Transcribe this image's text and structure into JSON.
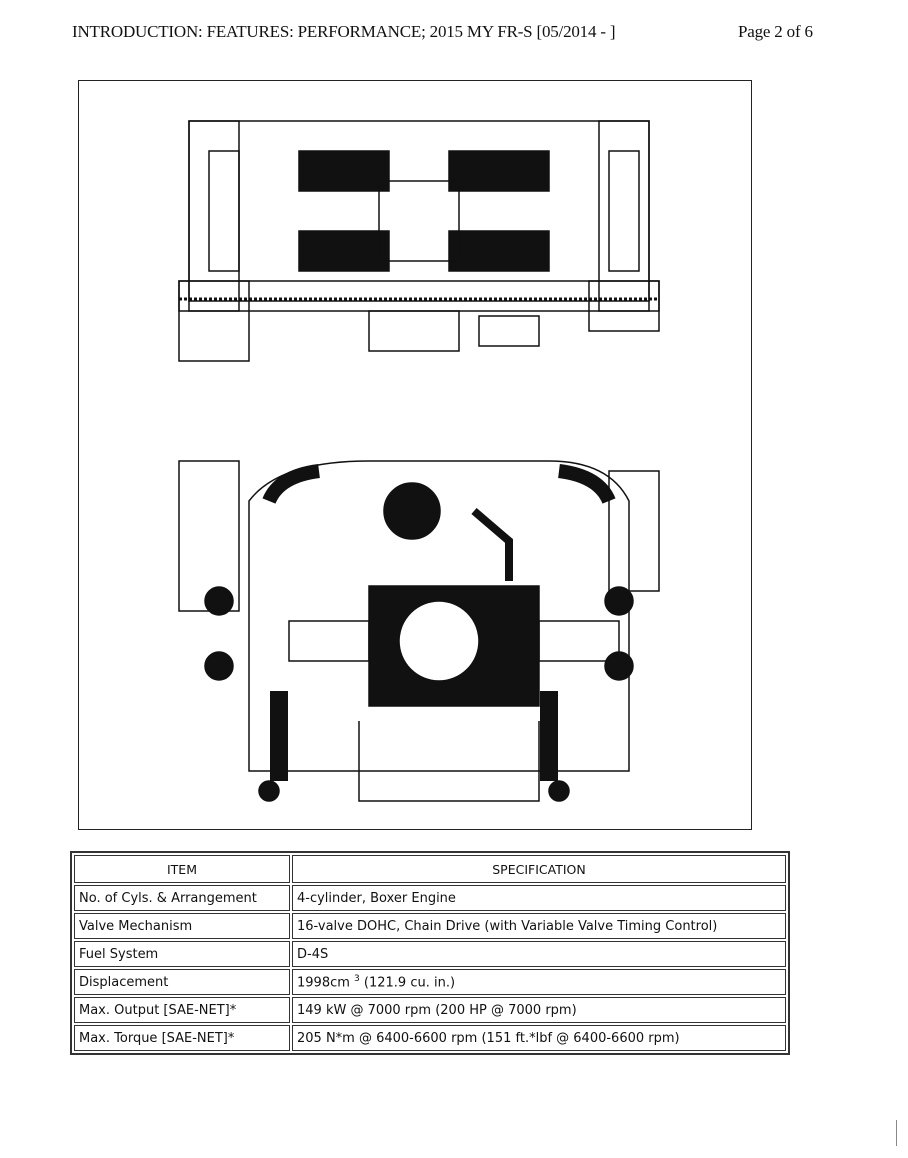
{
  "header": {
    "title": "INTRODUCTION: FEATURES: PERFORMANCE; 2015 MY FR-S [05/2014 -       ]",
    "page": "Page 2 of 6"
  },
  "table": {
    "headers": [
      "ITEM",
      "SPECIFICATION"
    ],
    "rows": [
      {
        "item": "No. of Cyls. & Arrangement",
        "spec": "4-cylinder, Boxer Engine"
      },
      {
        "item": "Valve Mechanism",
        "spec": "16-valve DOHC, Chain Drive (with Variable Valve Timing Control)"
      },
      {
        "item": "Fuel System",
        "spec": "D-4S"
      },
      {
        "item": "Displacement",
        "spec": "1998cm",
        "spec_sup": "3",
        "spec_tail": " (121.9 cu. in.)"
      },
      {
        "item": "Max. Output [SAE-NET]*",
        "spec": "149 kW @ 7000 rpm (200 HP @ 7000 rpm)"
      },
      {
        "item": "Max. Torque [SAE-NET]*",
        "spec": "205 N*m @ 6400-6600 rpm (151 ft.*lbf @ 6400-6600 rpm)"
      }
    ]
  }
}
